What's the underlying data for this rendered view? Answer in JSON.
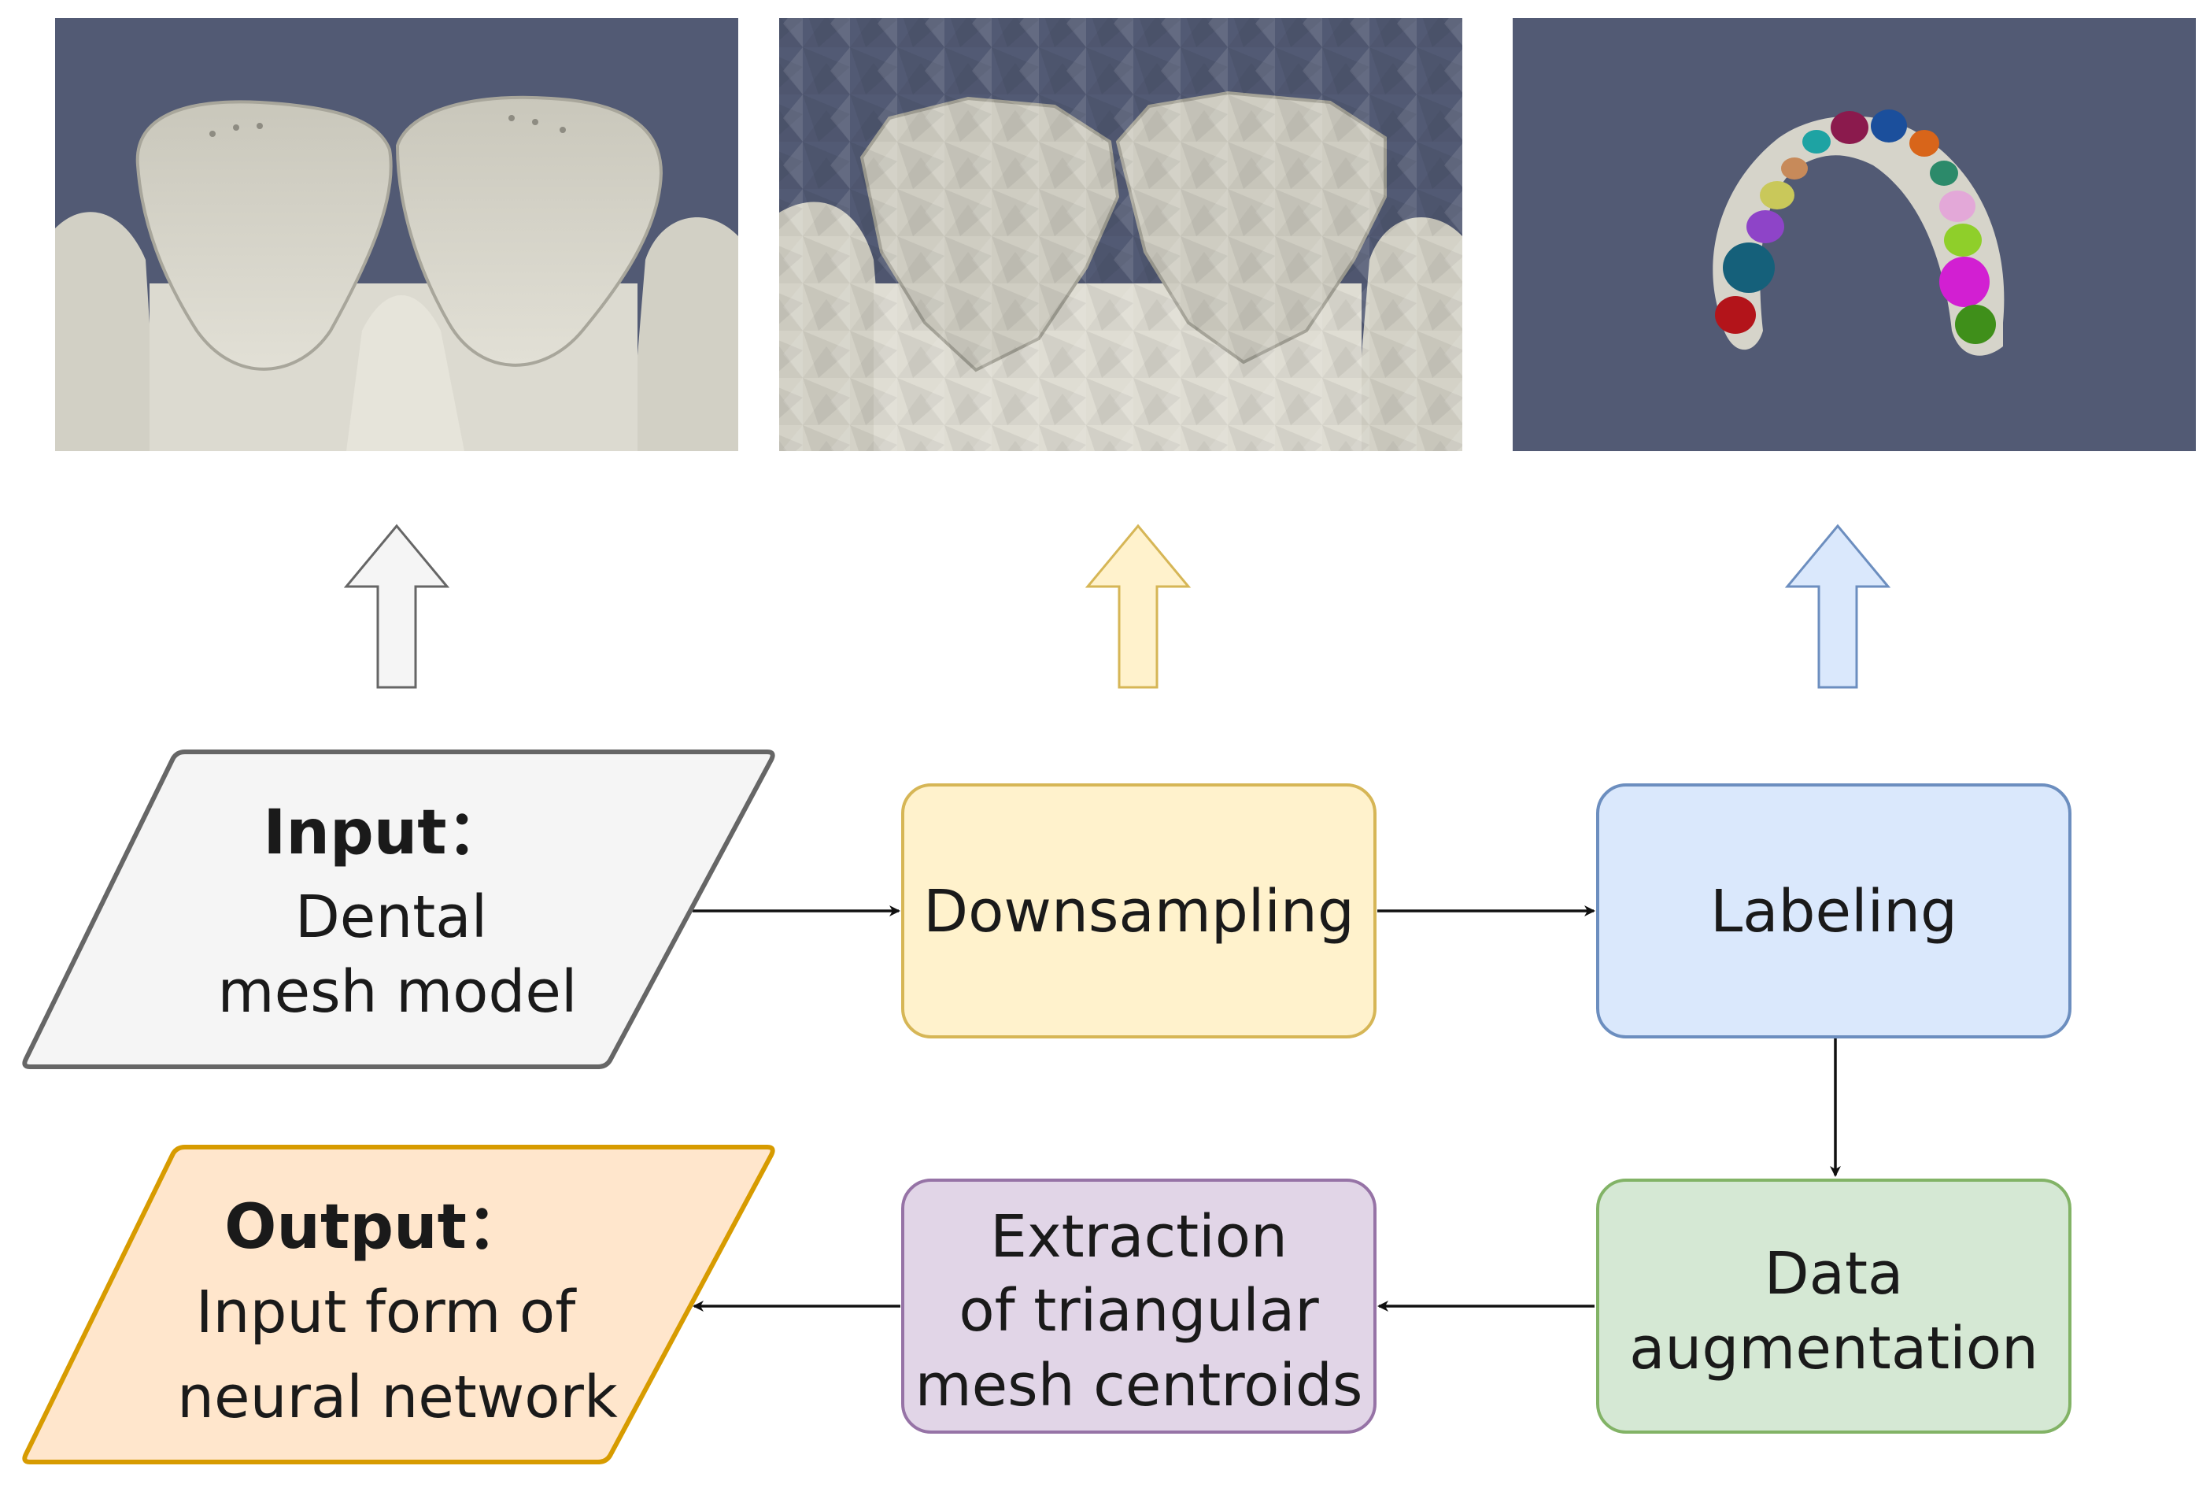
{
  "panels": [
    {
      "name": "high-resolution dental mesh render"
    },
    {
      "name": "downsampled dental mesh render"
    },
    {
      "name": "labeled dental arch render"
    }
  ],
  "nodes": {
    "input": {
      "heading": "Input：",
      "line1": "Dental",
      "line2": "mesh model"
    },
    "downsampling": {
      "label": "Downsampling"
    },
    "labeling": {
      "label": "Labeling"
    },
    "augmentation": {
      "line1": "Data",
      "line2": "augmentation"
    },
    "extraction": {
      "line1": "Extraction",
      "line2": "of triangular",
      "line3": "mesh centroids"
    },
    "output": {
      "heading": "Output：",
      "line1": "Input form of",
      "line2": "neural network"
    }
  },
  "colors": {
    "panel_background": "#525a74",
    "tooth_surface": "#d9d7cc",
    "input_fill": "#f5f5f5",
    "input_stroke": "#666666",
    "downsampling_fill": "#fff2cc",
    "downsampling_stroke": "#d6b656",
    "labeling_fill": "#dae8fc",
    "labeling_stroke": "#6c8ebf",
    "augmentation_fill": "#d5e8d4",
    "augmentation_stroke": "#82b366",
    "extraction_fill": "#e1d5e7",
    "extraction_stroke": "#9673a6",
    "output_fill": "#ffe6cc",
    "output_stroke": "#d79b00"
  }
}
